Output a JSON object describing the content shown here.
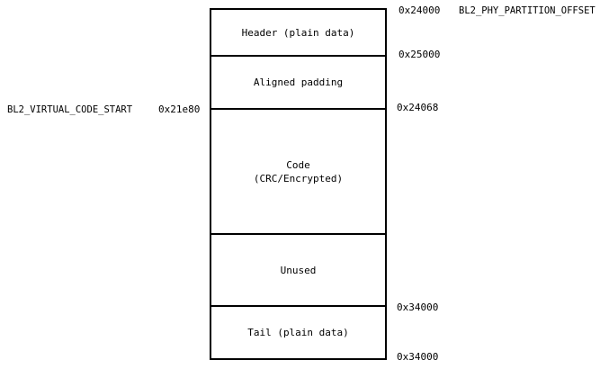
{
  "segments": [
    {
      "label": "Header (plain data)",
      "sublabel": ""
    },
    {
      "label": "Aligned padding",
      "sublabel": ""
    },
    {
      "label": "Code",
      "sublabel": "(CRC/Encrypted)"
    },
    {
      "label": "Unused",
      "sublabel": ""
    },
    {
      "label": "Tail (plain data)",
      "sublabel": ""
    }
  ],
  "addresses": [
    "0x24000",
    "0x25000",
    "0x24068",
    "0x34000",
    "0x34000"
  ],
  "right_label": "BL2_PHY_PARTITION_OFFSET",
  "left_label": "BL2_VIRTUAL_CODE_START",
  "left_address": "0x21e80"
}
